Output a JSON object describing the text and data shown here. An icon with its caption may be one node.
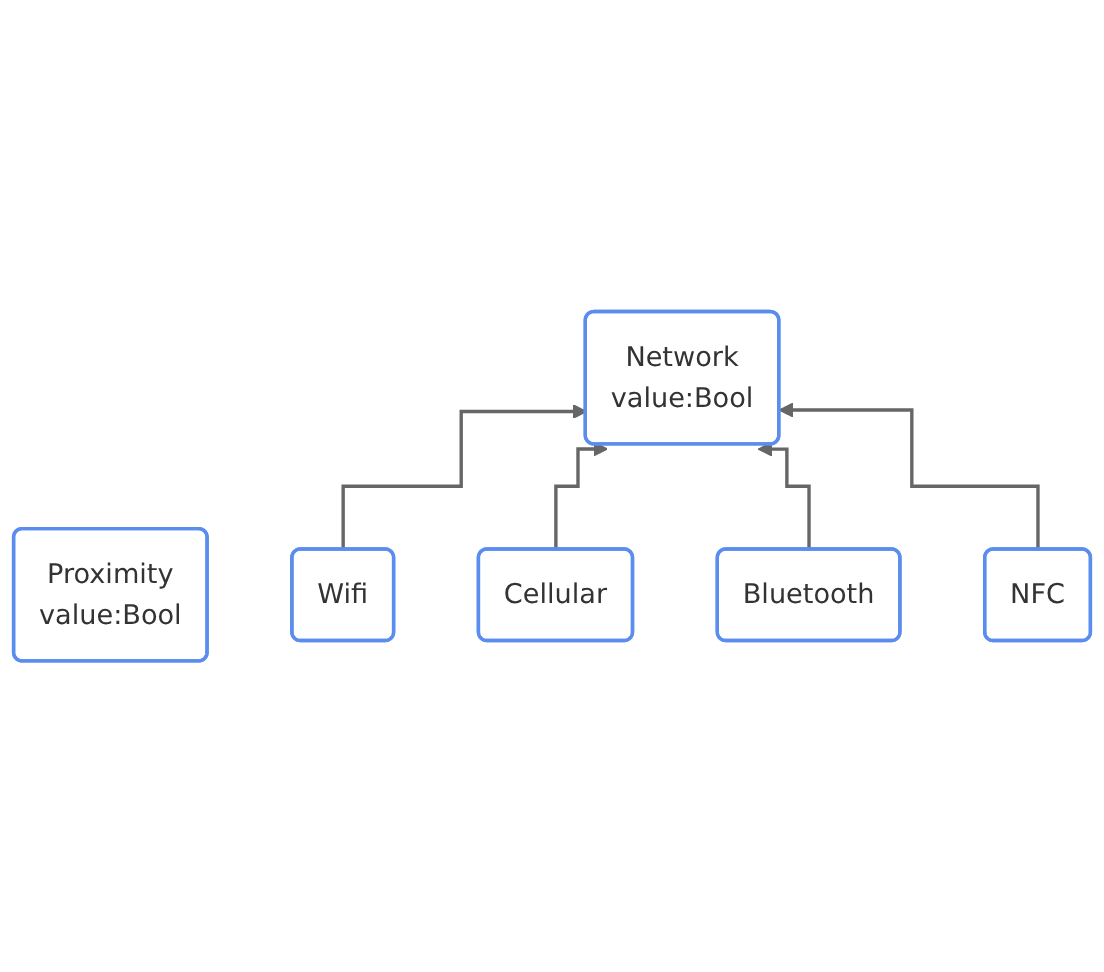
{
  "diagram": {
    "nodes": [
      {
        "text": [
          "Proximity",
          "value:Bool"
        ]
      },
      {
        "text": [
          "Network",
          "value:Bool"
        ]
      },
      {
        "text": [
          "Wifi"
        ]
      },
      {
        "text": [
          "Cellular"
        ]
      },
      {
        "text": [
          "Bluetooth"
        ]
      },
      {
        "text": [
          "NFC"
        ]
      }
    ],
    "edges": [
      {
        "from": 2,
        "to": 1,
        "arrow": "to"
      },
      {
        "from": 3,
        "to": 1,
        "arrow": "to"
      },
      {
        "from": 4,
        "to": 1,
        "arrow": "to"
      },
      {
        "from": 5,
        "to": 1,
        "arrow": "to"
      }
    ]
  }
}
